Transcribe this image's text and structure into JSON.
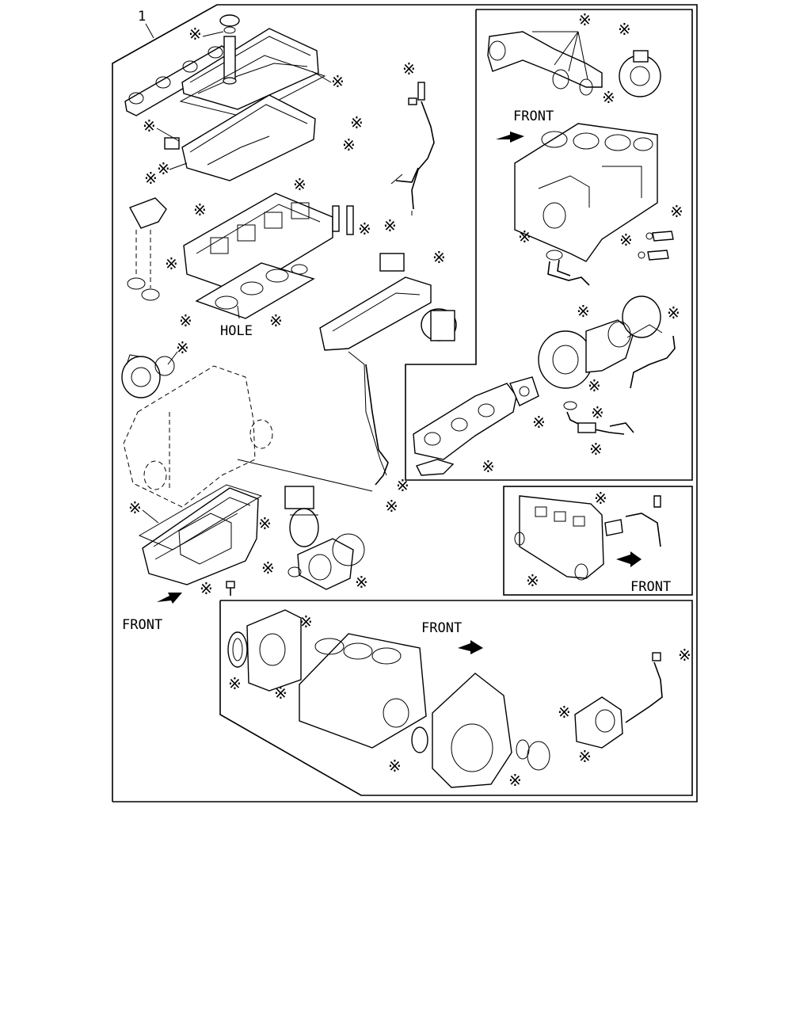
{
  "diagram": {
    "callout_number": "1",
    "hole_label": "HOLE",
    "front_label": "FRONT",
    "gasket_marker": "※"
  }
}
